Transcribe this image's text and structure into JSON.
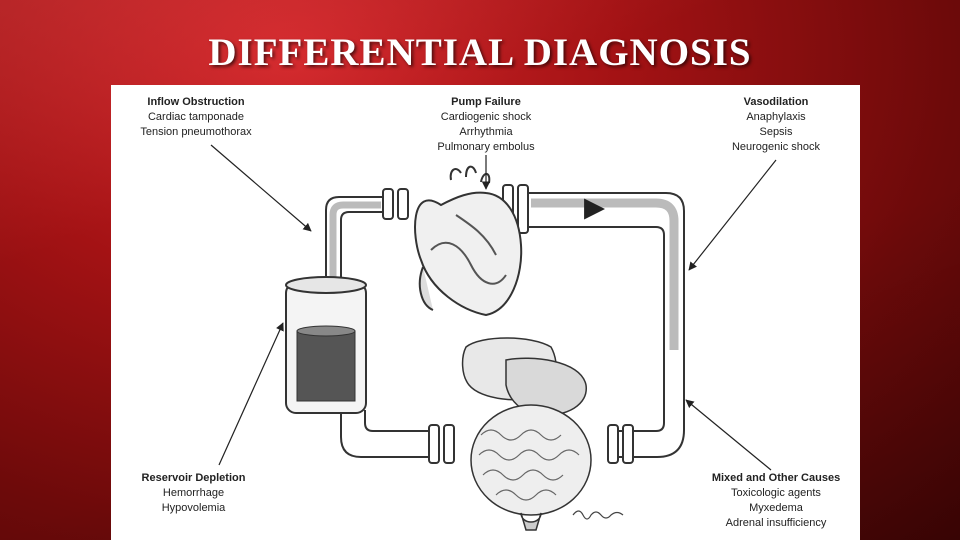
{
  "slide": {
    "title": "DIFFERENTIAL DIAGNOSIS"
  },
  "diagram": {
    "inflow": {
      "heading": "Inflow Obstruction",
      "items": [
        "Cardiac tamponade",
        "Tension pneumothorax"
      ]
    },
    "pump": {
      "heading": "Pump Failure",
      "items": [
        "Cardiogenic shock",
        "Arrhythmia",
        "Pulmonary embolus"
      ]
    },
    "vaso": {
      "heading": "Vasodilation",
      "items": [
        "Anaphylaxis",
        "Sepsis",
        "Neurogenic shock"
      ]
    },
    "reservoir": {
      "heading": "Reservoir Depletion",
      "items": [
        "Hemorrhage",
        "Hypovolemia"
      ]
    },
    "mixed": {
      "heading": "Mixed and Other Causes",
      "items": [
        "Toxicologic agents",
        "Myxedema",
        "Adrenal insufficiency"
      ]
    }
  }
}
